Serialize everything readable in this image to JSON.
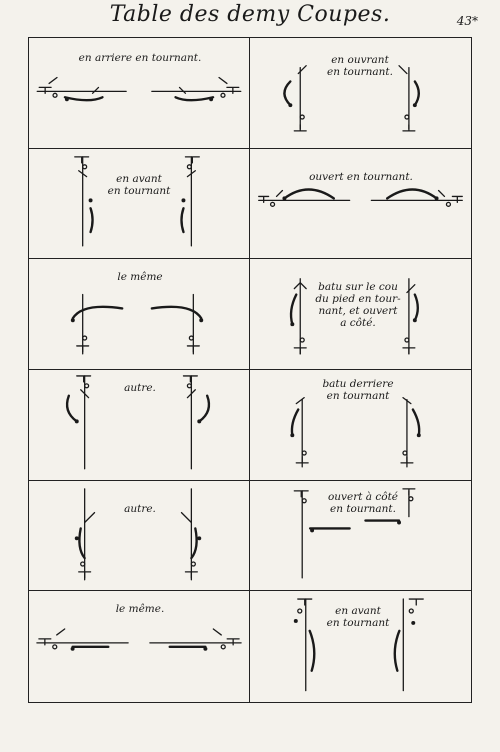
{
  "page": {
    "title": "Table des demy Coupes.",
    "number": "43*"
  },
  "cells": [
    {
      "caption": "en arriere en tournant."
    },
    {
      "caption": "en ouvrant\nen tournant."
    },
    {
      "caption": "en avant\nen tournant"
    },
    {
      "caption": "ouvert en tournant."
    },
    {
      "caption": "le même"
    },
    {
      "caption": "batu sur le cou\ndu pied en tour-\nnant, et ouvert\na côté."
    },
    {
      "caption": "autre."
    },
    {
      "caption": "batu derriere\nen tournant"
    },
    {
      "caption": "autre."
    },
    {
      "caption": "ouvert à côté\nen tournant."
    },
    {
      "caption": "le même."
    },
    {
      "caption": "en avant\nen tournant"
    }
  ]
}
